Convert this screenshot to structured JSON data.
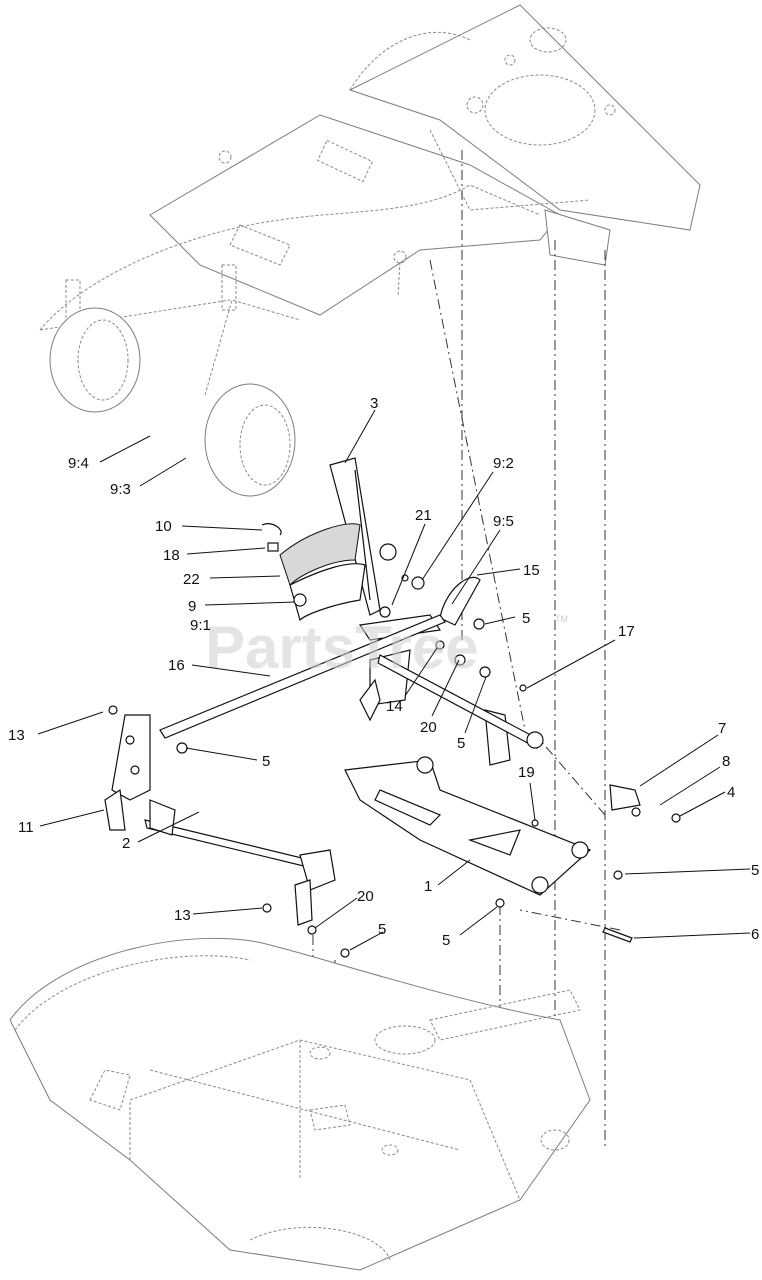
{
  "watermark": {
    "text": "PartsTree",
    "trademark": "TM"
  },
  "callouts": [
    {
      "id": "c-3",
      "label": "3"
    },
    {
      "id": "c-9-4",
      "label": "9:4"
    },
    {
      "id": "c-9-3",
      "label": "9:3"
    },
    {
      "id": "c-9-2",
      "label": "9:2"
    },
    {
      "id": "c-21",
      "label": "21"
    },
    {
      "id": "c-9-5",
      "label": "9:5"
    },
    {
      "id": "c-10",
      "label": "10"
    },
    {
      "id": "c-15",
      "label": "15"
    },
    {
      "id": "c-18",
      "label": "18"
    },
    {
      "id": "c-22",
      "label": "22"
    },
    {
      "id": "c-9",
      "label": "9"
    },
    {
      "id": "c-5a",
      "label": "5"
    },
    {
      "id": "c-9-1",
      "label": "9:1"
    },
    {
      "id": "c-17",
      "label": "17"
    },
    {
      "id": "c-16",
      "label": "16"
    },
    {
      "id": "c-14",
      "label": "14"
    },
    {
      "id": "c-13a",
      "label": "13"
    },
    {
      "id": "c-20a",
      "label": "20"
    },
    {
      "id": "c-5b",
      "label": "5"
    },
    {
      "id": "c-5c",
      "label": "5"
    },
    {
      "id": "c-7",
      "label": "7"
    },
    {
      "id": "c-19",
      "label": "19"
    },
    {
      "id": "c-8",
      "label": "8"
    },
    {
      "id": "c-4",
      "label": "4"
    },
    {
      "id": "c-11",
      "label": "11"
    },
    {
      "id": "c-2",
      "label": "2"
    },
    {
      "id": "c-5d",
      "label": "5"
    },
    {
      "id": "c-1",
      "label": "1"
    },
    {
      "id": "c-20b",
      "label": "20"
    },
    {
      "id": "c-13b",
      "label": "13"
    },
    {
      "id": "c-5e",
      "label": "5"
    },
    {
      "id": "c-5f",
      "label": "5"
    },
    {
      "id": "c-6",
      "label": "6"
    }
  ]
}
